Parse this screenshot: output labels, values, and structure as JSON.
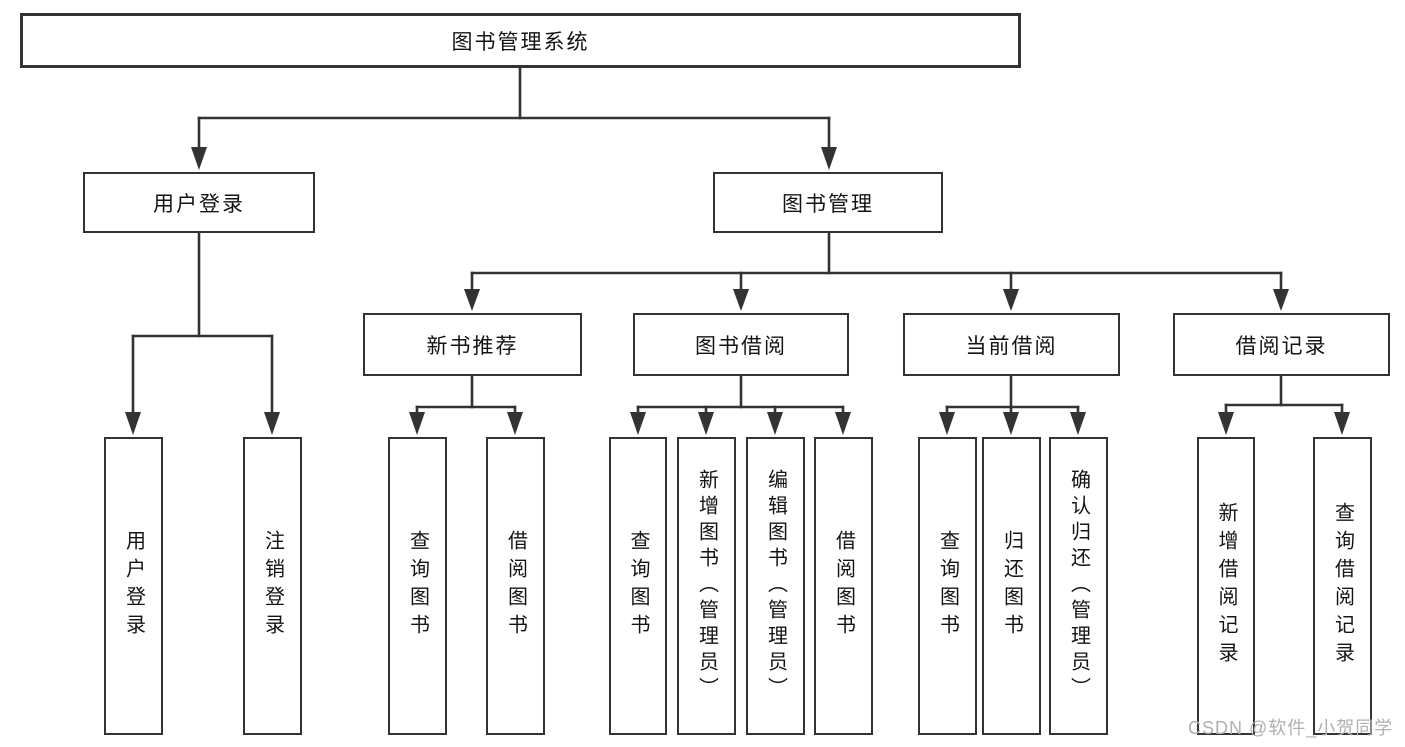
{
  "diagram": {
    "root": {
      "label": "图书管理系统"
    },
    "level2": [
      {
        "label": "用户登录"
      },
      {
        "label": "图书管理"
      }
    ],
    "level3": [
      {
        "label": "新书推荐"
      },
      {
        "label": "图书借阅"
      },
      {
        "label": "当前借阅"
      },
      {
        "label": "借阅记录"
      }
    ],
    "leaves": {
      "user_login": [
        "用户登录",
        "注销登录"
      ],
      "new_books": [
        "查询图书",
        "借阅图书"
      ],
      "borrowing": [
        "查询图书",
        "新增图书（管理员）",
        "编辑图书（管理员）",
        "借阅图书"
      ],
      "current": [
        "查询图书",
        "归还图书",
        "确认归还（管理员）"
      ],
      "records": [
        "新增借阅记录",
        "查询借阅记录"
      ]
    },
    "colors": {
      "line": "#333333",
      "text": "#141414",
      "watermark": "#b5aeae",
      "background": "#ffffff"
    },
    "watermark": "CSDN @软件_小贺同学"
  }
}
